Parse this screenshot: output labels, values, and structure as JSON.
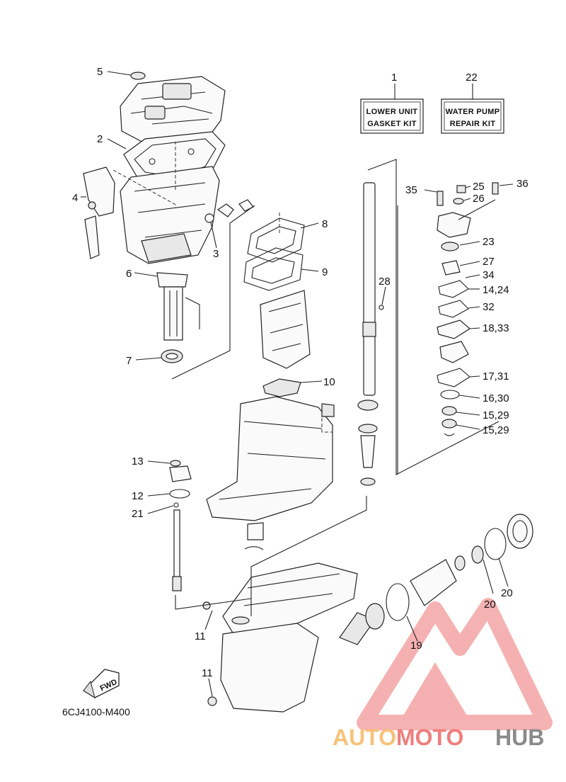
{
  "kits": {
    "lower_unit": {
      "number": "1",
      "line1": "LOWER UNIT",
      "line2": "GASKET KIT"
    },
    "water_pump": {
      "number": "22",
      "line1": "WATER PUMP",
      "line2": "REPAIR KIT"
    }
  },
  "callouts": {
    "c2": "2",
    "c3": "3",
    "c4": "4",
    "c5": "5",
    "c6": "6",
    "c7": "7",
    "c8": "8",
    "c9": "9",
    "c10": "10",
    "c11a": "11",
    "c11b": "11",
    "c12": "12",
    "c13": "13",
    "c19": "19",
    "c20a": "20",
    "c20b": "20",
    "c21": "21",
    "c23": "23",
    "c25": "25",
    "c26": "26",
    "c27": "27",
    "c28": "28",
    "c32": "32",
    "c34": "34",
    "c35": "35",
    "c36": "36",
    "c14_24": "14,24",
    "c18_33": "18,33",
    "c17_31": "17,31",
    "c16_30": "16,30",
    "c15_29a": "15,29",
    "c15_29b": "15,29"
  },
  "fwd_label": "FWD",
  "drawing_ref": "6CJ4100-M400",
  "watermark": {
    "part1": "AUTO",
    "part2": "MOTO",
    "part3": "HUB"
  },
  "colors": {
    "line": "#222222",
    "watermark_orange": "#f6c27a",
    "watermark_red": "#ef7e7e",
    "watermark_gray": "#8a8a8a"
  }
}
